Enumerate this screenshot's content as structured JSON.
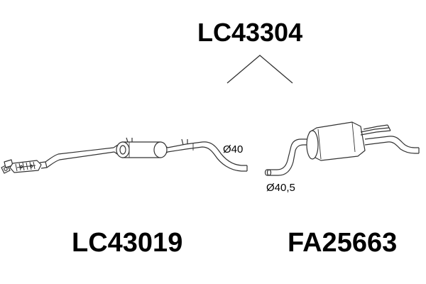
{
  "kit": {
    "code": "LC43304"
  },
  "parts": [
    {
      "code": "LC43019",
      "diameter": "Ø40"
    },
    {
      "code": "FA25663",
      "diameter": "Ø40,5"
    }
  ],
  "colors": {
    "line": "#333333",
    "text": "#000000",
    "background": "#ffffff"
  }
}
